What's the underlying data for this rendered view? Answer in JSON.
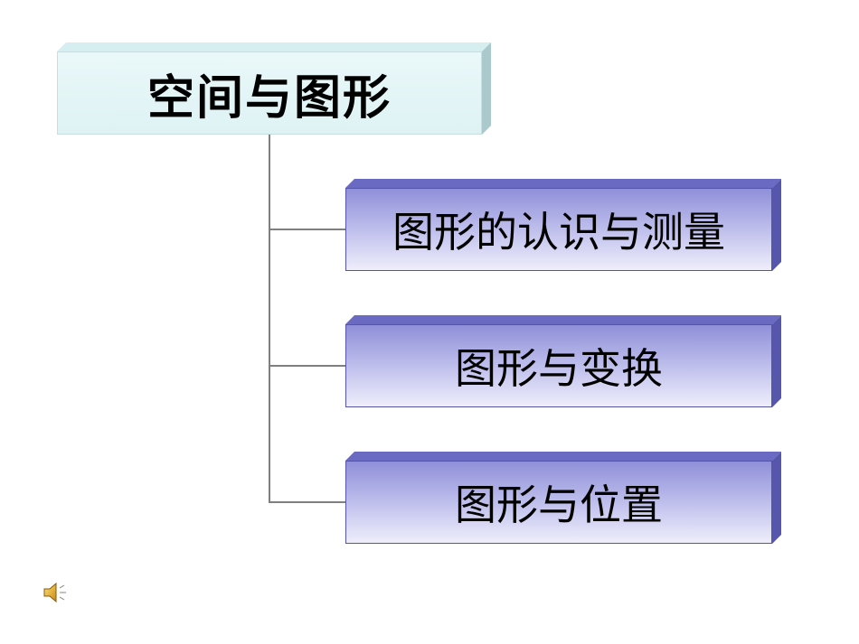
{
  "diagram": {
    "root": {
      "label": "空间与图形"
    },
    "children": [
      {
        "label": "图形的认识与测量"
      },
      {
        "label": "图形与变换"
      },
      {
        "label": "图形与位置"
      }
    ]
  },
  "colors": {
    "root_fill": "#e4f5f6",
    "child_fill_top": "#8f8fd9",
    "child_fill_bottom": "#eeeefb",
    "connector": "#7f7f7f"
  },
  "icons": {
    "speaker": "speaker-icon"
  }
}
